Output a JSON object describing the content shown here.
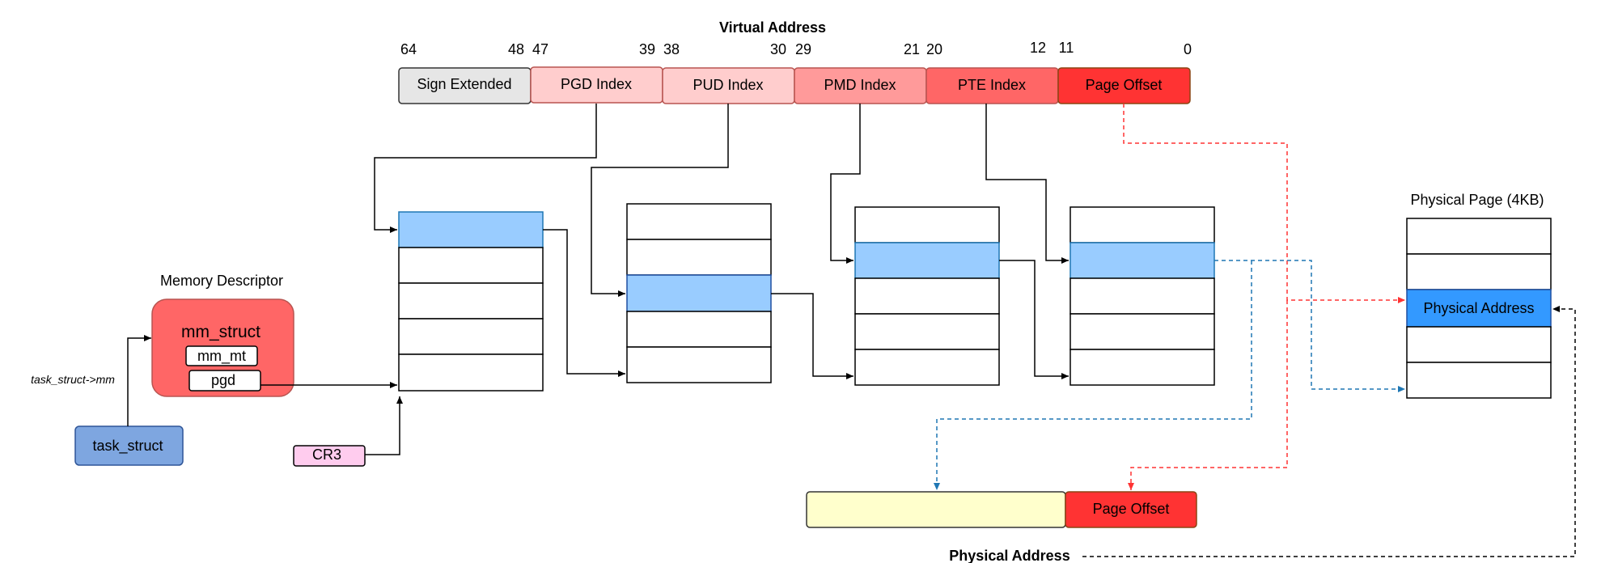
{
  "virtual_address": {
    "title": "Virtual Address",
    "bit_labels": [
      "64",
      "48",
      "47",
      "39",
      "38",
      "30",
      "29",
      "21",
      "20",
      "12",
      "11",
      "0"
    ],
    "fields": [
      {
        "label": "Sign Extended",
        "color": "#e6e6e6"
      },
      {
        "label": "PGD Index",
        "color": "#ffcdcd"
      },
      {
        "label": "PUD Index",
        "color": "#ffcdcd"
      },
      {
        "label": "PMD Index",
        "color": "#ff9a9a"
      },
      {
        "label": "PTE Index",
        "color": "#ff6666"
      },
      {
        "label": "Page Offset",
        "color": "#ff3333"
      }
    ]
  },
  "memory_descriptor": {
    "title": "Memory Descriptor",
    "struct_name": "mm_struct",
    "field_1": "mm_mt",
    "field_2": "pgd",
    "color": "#ff6666"
  },
  "task_struct": {
    "label": "task_struct",
    "arrow_label": "task_struct->mm",
    "color": "#7ea6e0"
  },
  "cr3": {
    "label": "CR3",
    "color": "#ffccee"
  },
  "physical_page": {
    "title": "Physical Page (4KB)",
    "selected_label": "Physical Address",
    "color": "#3399ff"
  },
  "physical_address": {
    "label": "Physical Address",
    "offset_label": "Page Offset",
    "frame_color": "#ffffcc",
    "offset_color": "#ff3333"
  },
  "colors": {
    "highlight_entry": "#99ccff",
    "red_arrow": "#ff3333",
    "blue_arrow": "#1f77b4"
  }
}
